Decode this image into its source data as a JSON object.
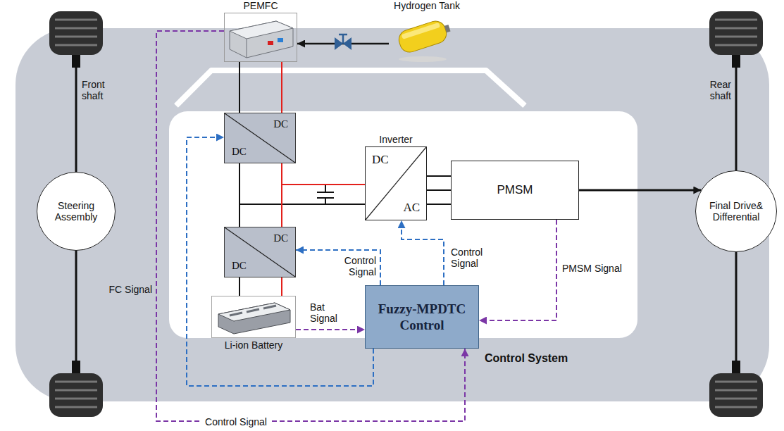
{
  "diagram": {
    "nodes": [
      {
        "text": [
          "PEMFC"
        ]
      },
      {
        "text": [
          "Hydrogen Tank"
        ]
      },
      {
        "text": [
          "DC",
          "DC"
        ]
      },
      {
        "text": [
          "Inverter",
          "DC",
          "AC"
        ]
      },
      {
        "text": [
          "Steering Assembly"
        ]
      },
      {
        "text": [
          "PMSM"
        ]
      },
      {
        "text": [
          "Final Drive& Differential"
        ]
      },
      {
        "text": [
          "DC",
          "DC"
        ]
      },
      {
        "text": [
          "Li-ion Battery"
        ]
      },
      {
        "text": [
          "Fuzzy-MPDTC Control"
        ]
      }
    ],
    "edges": [
      {
        "from": 1,
        "to": 0,
        "arrow": "to"
      },
      {
        "from": 0,
        "to": 2,
        "arrow": "none"
      },
      {
        "from": 2,
        "to": 3,
        "arrow": "none"
      },
      {
        "from": 8,
        "to": 7,
        "arrow": "none"
      },
      {
        "from": 7,
        "to": 3,
        "arrow": "none"
      },
      {
        "from": 3,
        "to": 5,
        "arrow": "none"
      },
      {
        "from": 5,
        "to": 6,
        "arrow": "to"
      },
      {
        "from": 0,
        "to": 9,
        "arrow": "to",
        "label": "FC Signal"
      },
      {
        "from": 8,
        "to": 9,
        "arrow": "to",
        "label": "Bat Signal"
      },
      {
        "from": 5,
        "to": 9,
        "arrow": "to",
        "label": "PMSM Signal"
      },
      {
        "from": 9,
        "to": 7,
        "arrow": "to",
        "label": "Control Signal"
      },
      {
        "from": 9,
        "to": 3,
        "arrow": "to",
        "label": "Control Signal"
      },
      {
        "from": 9,
        "to": 2,
        "arrow": "to"
      }
    ],
    "labels": [
      "Front shaft",
      "Rear shaft",
      "Control System",
      "Control Signal"
    ]
  }
}
